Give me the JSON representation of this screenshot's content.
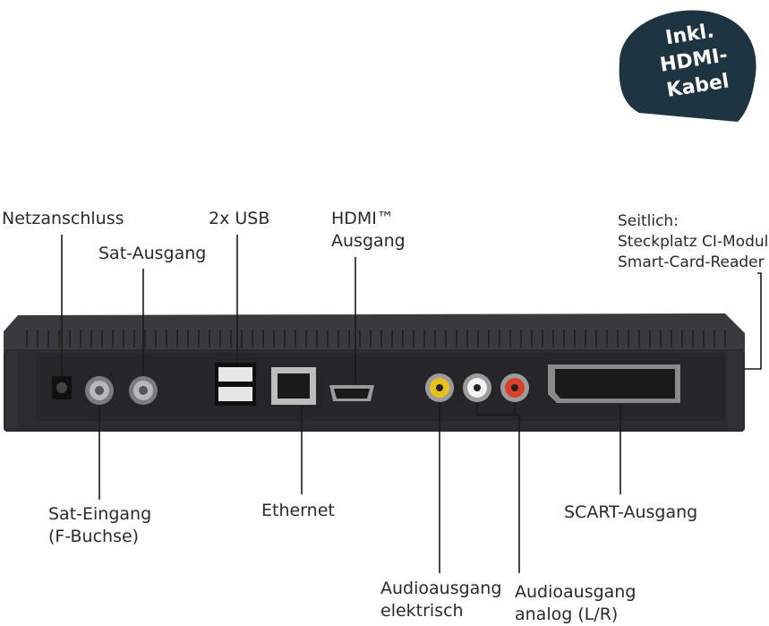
{
  "badge": {
    "lines": [
      "Inkl.",
      "HDMI-",
      "Kabel"
    ],
    "color": "#1f3441"
  },
  "labels": {
    "netzanschluss": "Netzanschluss",
    "usb": "2x USB",
    "hdmi_line1": "HDMI™",
    "hdmi_line2": "Ausgang",
    "sat_ausgang": "Sat-Ausgang",
    "seitlich_line1": "Seitlich:",
    "seitlich_line2": "Steckplatz CI-Modul",
    "seitlich_line3": "Smart-Card-Reader",
    "sat_eingang_line1": "Sat-Eingang",
    "sat_eingang_line2": "(F-Buchse)",
    "ethernet": "Ethernet",
    "scart": "SCART-Ausgang",
    "audio_el_line1": "Audioausgang",
    "audio_el_line2": "elektrisch",
    "audio_an_line1": "Audioausgang",
    "audio_an_line2": "analog (L/R)"
  },
  "colors": {
    "device": "#2c2c2e",
    "device_top": "#3a3a3c",
    "rca_yellow": "#e8c21a",
    "rca_white": "#f2f2f2",
    "rca_red": "#d8402a"
  }
}
